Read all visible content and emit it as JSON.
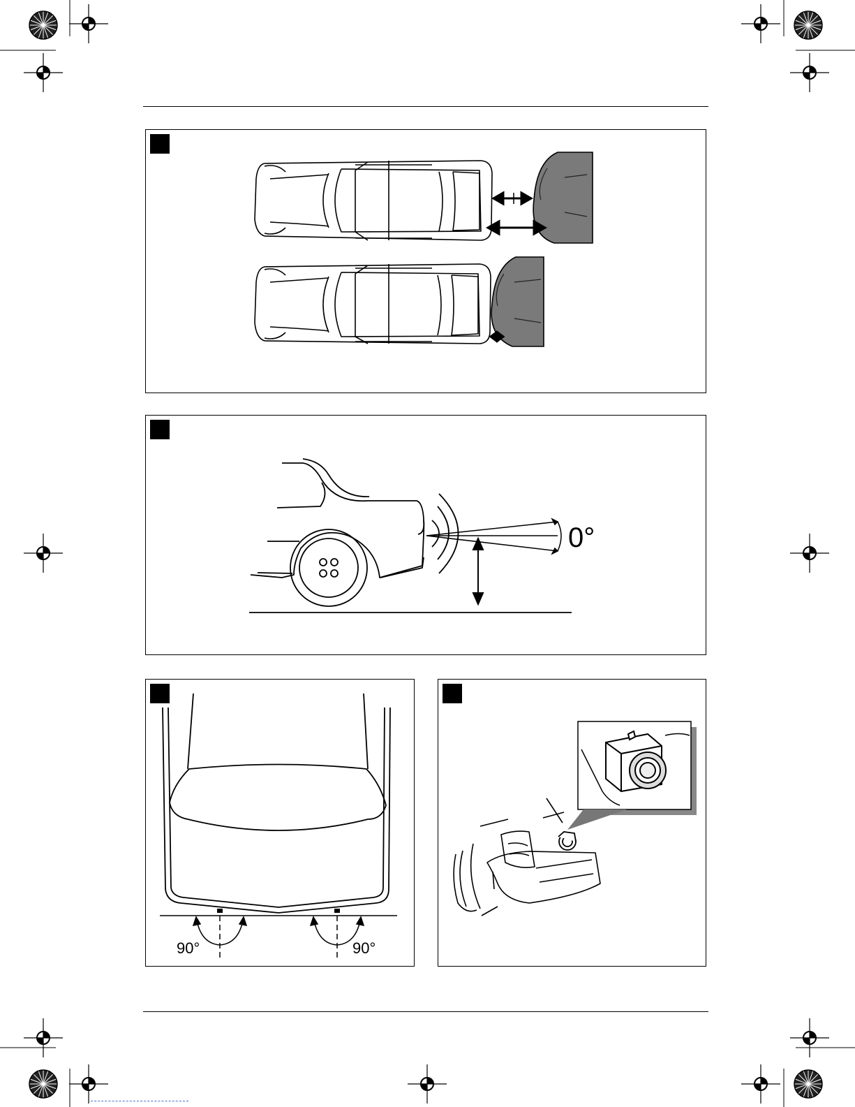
{
  "figures": {
    "fig2": {
      "angle_label": "0°"
    },
    "fig3": {
      "left_angle_label": "90°",
      "right_angle_label": "90°"
    }
  },
  "colors": {
    "obstacle_fill": "#7a7a7a",
    "line": "#000000",
    "paper": "#ffffff"
  },
  "icons": {
    "registration_mark": "crosshair-registration-icon",
    "color_bar": "starburst-icon"
  }
}
